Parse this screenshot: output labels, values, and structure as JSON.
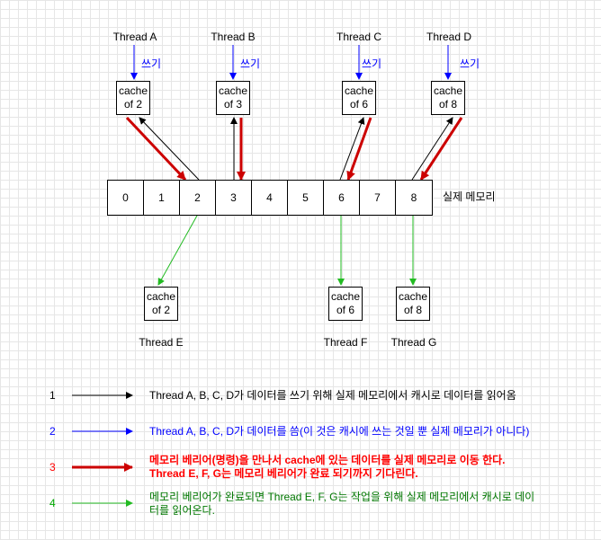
{
  "threads_top": [
    {
      "name": "Thread A",
      "write": "쓰기",
      "cache_line1": "cache",
      "cache_line2": "of 2"
    },
    {
      "name": "Thread B",
      "write": "쓰기",
      "cache_line1": "cache",
      "cache_line2": "of 3"
    },
    {
      "name": "Thread C",
      "write": "쓰기",
      "cache_line1": "cache",
      "cache_line2": "of 6"
    },
    {
      "name": "Thread D",
      "write": "쓰기",
      "cache_line1": "cache",
      "cache_line2": "of 8"
    }
  ],
  "memory": {
    "cells": [
      "0",
      "1",
      "2",
      "3",
      "4",
      "5",
      "6",
      "7",
      "8"
    ],
    "label": "실제 메모리"
  },
  "threads_bottom": [
    {
      "name": "Thread E",
      "cache_line1": "cache",
      "cache_line2": "of 2"
    },
    {
      "name": "Thread F",
      "cache_line1": "cache",
      "cache_line2": "of 6"
    },
    {
      "name": "Thread G",
      "cache_line1": "cache",
      "cache_line2": "of 8"
    }
  ],
  "legend": [
    {
      "num": "1",
      "color": "#000000",
      "lines": [
        "Thread A, B, C, D가 데이터를 쓰기 위해 실제 메모리에서 캐시로 데이터를 읽어옴"
      ]
    },
    {
      "num": "2",
      "color": "#0000ff",
      "lines": [
        "Thread A, B, C, D가 데이터를 씀(이 것은 캐시에 쓰는 것일 뿐 실제 메모리가 아니다)"
      ]
    },
    {
      "num": "3",
      "color": "#ff0000",
      "lines": [
        "메모리 베리어(명령)을 만나서 cache에 있는 데이터를 실제 메모리로 이동 한다.",
        "Thread E, F, G는 메모리 베리어가 완료 되기까지 기다린다."
      ]
    },
    {
      "num": "4",
      "color": "#00aa00",
      "lines": [
        "메모리 베리어가 완료되면 Thread E, F, G는 작업을 위해 실제 메모리에서 캐시로 데이",
        "터를 읽어온다."
      ]
    }
  ],
  "colors": {
    "read": "#000000",
    "write": "#0000ff",
    "flush": "#cc0000",
    "reload": "#22bb22"
  }
}
